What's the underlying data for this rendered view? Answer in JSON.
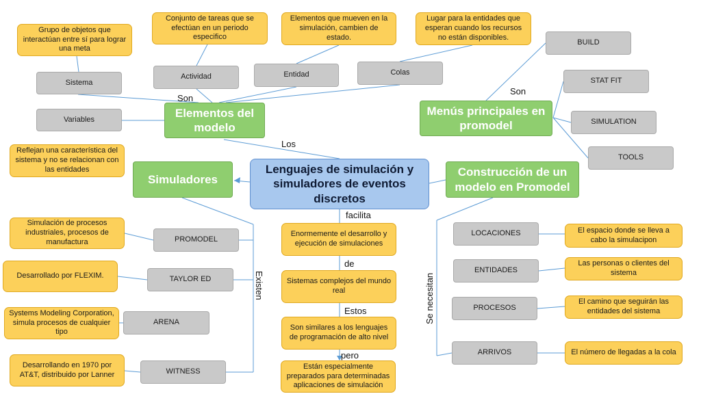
{
  "center": "Lenguajes de simulación y simuladores de eventos discretos",
  "elementos": {
    "title": "Elementos del modelo",
    "son_label": "Son",
    "los_label": "Los",
    "sistema": "Sistema",
    "sistema_desc": "Grupo de objetos que interactúan entre sí para lograr una meta",
    "actividad": "Actividad",
    "actividad_desc": "Conjunto de tareas que se efectúan en un periodo especifico",
    "entidad": "Entidad",
    "entidad_desc": "Elementos que mueven en la simulación, cambien de estado.",
    "colas": "Colas",
    "colas_desc": "Lugar para la entidades que esperan cuando los recursos no están disponibles.",
    "variables": "Variables"
  },
  "menus": {
    "title": "Menús principales en promodel",
    "son_label": "Son",
    "items": [
      "BUILD",
      "STAT FIT",
      "SIMULATION",
      "TOOLS"
    ]
  },
  "simuladores": {
    "title": "Simuladores",
    "desc": "Reflejan una característica del sistema y no se relacionan con las entidades",
    "existen_label": "Existen",
    "promodel": "PROMODEL",
    "promodel_desc": "Simulación de procesos industriales, procesos de manufactura",
    "taylor": "TAYLOR ED",
    "taylor_desc": "Desarrollado por FLEXIM.",
    "arena": "ARENA",
    "arena_desc": "Systems Modeling Corporation, simula procesos de cualquier tipo",
    "witness": "WITNESS",
    "witness_desc": "Desarrollando en 1970 por AT&T, distribuido por Lanner"
  },
  "chain": {
    "facilita": "facilita",
    "box1": "Enormemente el desarrollo y ejecución de simulaciones",
    "de": "de",
    "box2": "Sistemas complejos del mundo real",
    "estos": "Estos",
    "box3": "Son similares a los lenguajes de programación de alto nivel",
    "pero": "pero",
    "box4": "Están especialmente preparados para determinadas aplicaciones de simulación"
  },
  "construccion": {
    "title": "Construcción de un modelo en Promodel",
    "se_necesitan": "Se necesitan",
    "locaciones": "LOCACIONES",
    "locaciones_desc": "El espacio donde se lleva a cabo la simulacipon",
    "entidades": "ENTIDADES",
    "entidades_desc": "Las personas o  clientes del sistema",
    "procesos": "PROCESOS",
    "procesos_desc": "El camino que seguirán las entidades del sistema",
    "arrivos": "ARRIVOS",
    "arrivos_desc": "El número de llegadas a la cola"
  },
  "colors": {
    "yellow": "#fcd05a",
    "gray": "#c9c9c9",
    "green": "#8fce6f",
    "blue": "#a8c8ee",
    "line": "#5b9bd5"
  }
}
